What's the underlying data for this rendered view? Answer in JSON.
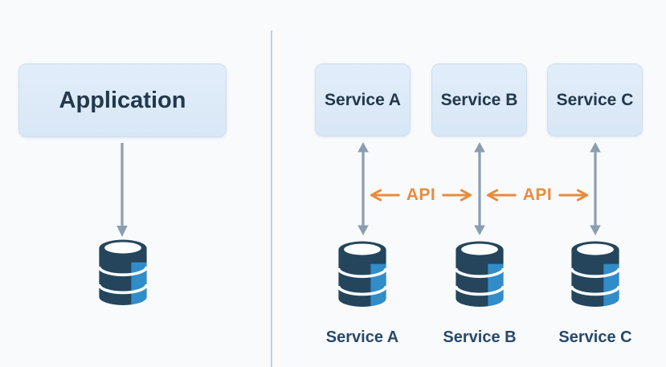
{
  "diagram": {
    "left_panel": {
      "app_box_label": "Application"
    },
    "right_panel": {
      "service_boxes": [
        {
          "label": "Service A"
        },
        {
          "label": "Service B"
        },
        {
          "label": "Service C"
        }
      ],
      "api_links": [
        {
          "label": "API"
        },
        {
          "label": "API"
        }
      ],
      "db_labels": [
        {
          "label": "Service A"
        },
        {
          "label": "Service B"
        },
        {
          "label": "Service C"
        }
      ]
    }
  },
  "colors": {
    "background": "#f8fafc",
    "box_fill": "#dce9f7",
    "box_border": "#cddff0",
    "box_text": "#22384d",
    "connector_gray": "#8a9eb0",
    "api_orange": "#e98b3c",
    "database_dark": "#24455c",
    "database_blue": "#318cca",
    "db_label_text": "#27496a",
    "divider": "#bcd2e0"
  }
}
